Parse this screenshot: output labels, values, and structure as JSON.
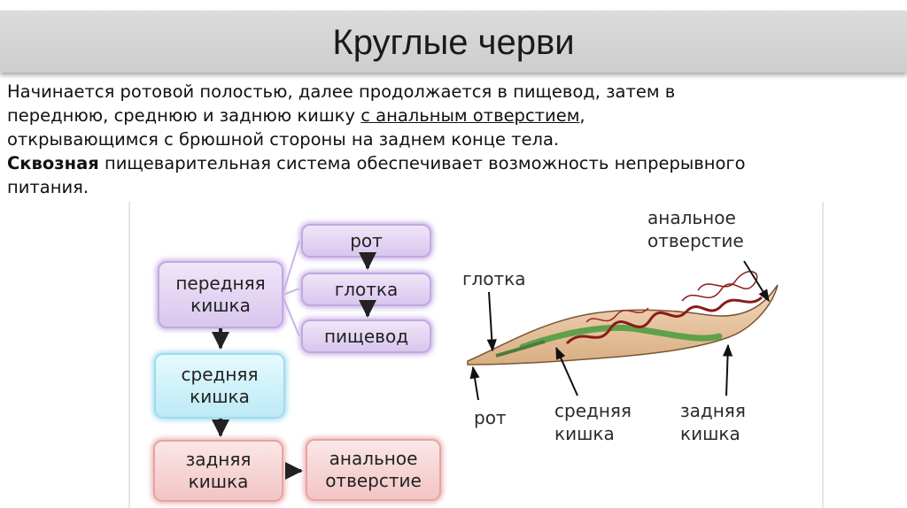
{
  "title": "Круглые черви",
  "body": {
    "line1": "Начинается ротовой полостью, далее продолжается в пищевод, затем в",
    "line2_before": "переднюю, среднюю и заднюю кишку ",
    "line2_underlined": "с анальным отверстием",
    "line2_after": ",",
    "line3": "открывающимся с брюшной стороны на заднем конце тела.",
    "line4_bold": "Сквозная",
    "line4_rest": " пищеварительная система обеспечивает возможность непрерывного",
    "line5": "питания."
  },
  "flowchart": {
    "front_gut": [
      "передняя",
      "кишка"
    ],
    "mouth": "рот",
    "pharynx": "глотка",
    "esophagus": "пищевод",
    "mid_gut": [
      "средняя",
      "кишка"
    ],
    "hind_gut": [
      "задняя",
      "кишка"
    ],
    "anus": [
      "анальное",
      "отверстие"
    ],
    "colors": {
      "front": "#d9c6ee",
      "mid": "#bdeaf6",
      "hind": "#f3c4c4"
    }
  },
  "worm_labels": {
    "anus": [
      "анальное",
      "отверстие"
    ],
    "pharynx": "глотка",
    "mouth": "рот",
    "mid_gut": [
      "средняя",
      "кишка"
    ],
    "hind_gut": [
      "задняя",
      "кишка"
    ]
  }
}
